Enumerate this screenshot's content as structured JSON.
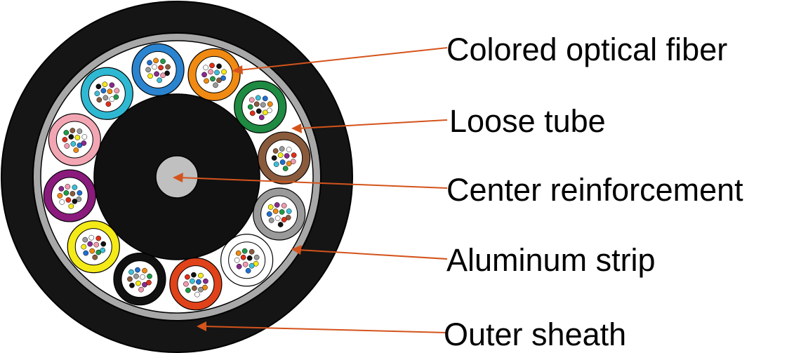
{
  "labels": {
    "colored_fiber": "Colored optical fiber",
    "loose_tube": "Loose tube",
    "center_reinforcement": "Center reinforcement",
    "aluminum_strip": "Aluminum strip",
    "outer_sheath": "Outer sheath"
  },
  "colors": {
    "sheath": "#151515",
    "aluminum": "#a8a8a8",
    "filler": "#ffffff",
    "core": "#111111",
    "reinforcement": "#c0c0c0",
    "leader": "#d4541c"
  },
  "tubes": [
    {
      "name": "blue",
      "color": "#2a84d0"
    },
    {
      "name": "orange",
      "color": "#f08a12"
    },
    {
      "name": "green",
      "color": "#1e8a42"
    },
    {
      "name": "brown",
      "color": "#8a5a3c"
    },
    {
      "name": "gray",
      "color": "#9a9a9a"
    },
    {
      "name": "white",
      "color": "#ffffff"
    },
    {
      "name": "red",
      "color": "#e0421a"
    },
    {
      "name": "black",
      "color": "#111111"
    },
    {
      "name": "yellow",
      "color": "#f4ea18"
    },
    {
      "name": "violet",
      "color": "#8a1a7c"
    },
    {
      "name": "rose",
      "color": "#f2a6b4"
    },
    {
      "name": "aqua",
      "color": "#2fb8d2"
    }
  ],
  "fiber_colors": [
    "#1f6fd0",
    "#f08a12",
    "#1e9a48",
    "#8a5a3c",
    "#9a9a9a",
    "#ffffff",
    "#e0301a",
    "#111111",
    "#f4ea18",
    "#8a2a8c",
    "#f29bb0",
    "#3cc0d8"
  ]
}
